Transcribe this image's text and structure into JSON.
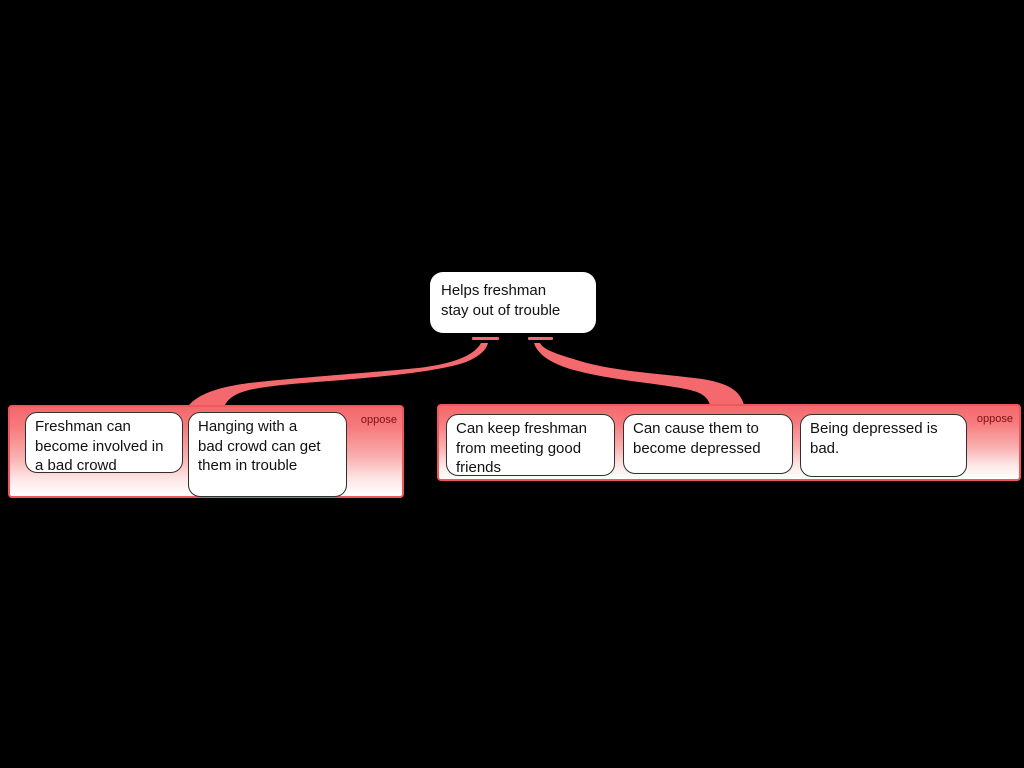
{
  "diagram": {
    "root": {
      "text": "Helps freshman\nstay out of trouble"
    },
    "groups": [
      {
        "relation_label": "oppose",
        "nodes": [
          {
            "text": "Freshman can\nbecome involved in\na bad crowd"
          },
          {
            "text": "Hanging with a\nbad crowd can get\nthem in trouble"
          }
        ]
      },
      {
        "relation_label": "oppose",
        "nodes": [
          {
            "text": "Can keep freshman\nfrom meeting good\nfriends"
          },
          {
            "text": "Can cause them to\nbecome depressed"
          },
          {
            "text": "Being depressed is\nbad."
          }
        ]
      }
    ],
    "colors": {
      "background": "#000000",
      "connector": "#f4696d",
      "panel_border": "#ee575b",
      "oppose_label": "#7a1010",
      "node_bg": "#ffffff",
      "node_border": "#303030",
      "node_text": "#111111"
    }
  }
}
